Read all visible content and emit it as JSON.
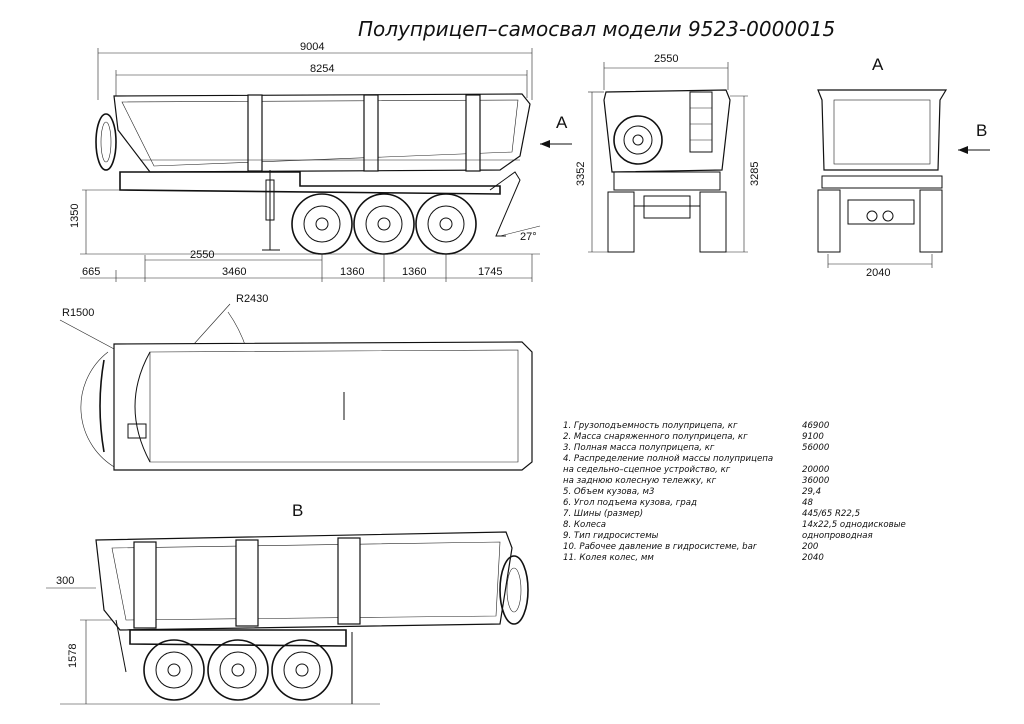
{
  "title": "Полуприцеп–самосвал модели 9523-0000015",
  "side_view": {
    "dims": {
      "overall_length": "9004",
      "body_length": "8254",
      "kingpin_height": "1350",
      "kingpin_to_axle": "2550",
      "front_overhang": "665",
      "wheelbase_front": "3460",
      "axle_spacing_1": "1360",
      "axle_spacing_2": "1360",
      "rear_overhang": "1745",
      "departure_angle": "27°"
    },
    "view_arrow_label": "A"
  },
  "rear_view": {
    "dims": {
      "width": "2550",
      "height_total": "3352",
      "height_body": "3285"
    }
  },
  "front_view": {
    "label": "A",
    "view_arrow_label": "B",
    "dims": {
      "track": "2040"
    }
  },
  "top_view": {
    "dims": {
      "radius_front": "R1500",
      "radius_swing": "R2430"
    }
  },
  "bottom_view": {
    "label": "B",
    "dims": {
      "offset": "300",
      "height": "1578"
    }
  },
  "specs": [
    {
      "text": "1.   Грузоподъемность полуприцепа, кг",
      "value": "46900"
    },
    {
      "text": "2.  Масса снаряженного полуприцепа, кг",
      "value": "9100"
    },
    {
      "text": "3.  Полная масса полуприцепа, кг",
      "value": "56000"
    },
    {
      "text": "4.  Распределение полной массы полуприцепа",
      "value": ""
    },
    {
      "text": "     на седельно–сцепное устройство, кг",
      "value": "20000"
    },
    {
      "text": "     на заднюю колесную тележку, кг",
      "value": "36000"
    },
    {
      "text": "5.  Объем кузова, м3",
      "value": "29,4"
    },
    {
      "text": "6.  Угол подъема кузова, град",
      "value": "48"
    },
    {
      "text": "7.  Шины (размер)",
      "value": "445/65 R22,5"
    },
    {
      "text": "8.  Колеса",
      "value": "14x22,5 однодисковые"
    },
    {
      "text": "9.  Тип гидросистемы",
      "value": "однопроводная"
    },
    {
      "text": "10.  Рабочее давление в гидросистеме, bar",
      "value": "200"
    },
    {
      "text": "11.  Колея колес, мм",
      "value": "2040"
    }
  ]
}
